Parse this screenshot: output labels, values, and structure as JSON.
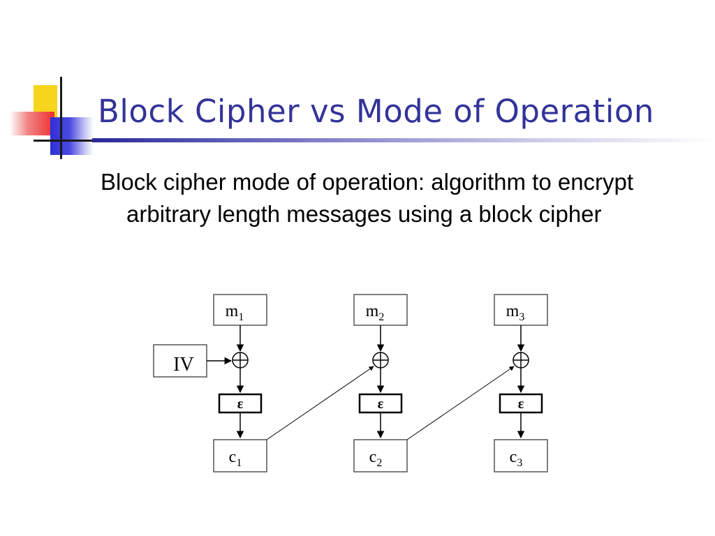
{
  "title": "Block Cipher vs Mode of Operation",
  "body": "Block cipher mode of operation: algorithm to encrypt arbitrary length messages using a block cipher",
  "diagram": {
    "iv": "IV",
    "messages": [
      {
        "base": "m",
        "sub": "1"
      },
      {
        "base": "m",
        "sub": "2"
      },
      {
        "base": "m",
        "sub": "3"
      }
    ],
    "ciphertexts": [
      {
        "base": "c",
        "sub": "1"
      },
      {
        "base": "c",
        "sub": "2"
      },
      {
        "base": "c",
        "sub": "3"
      }
    ],
    "encrypt_label": "ε"
  }
}
